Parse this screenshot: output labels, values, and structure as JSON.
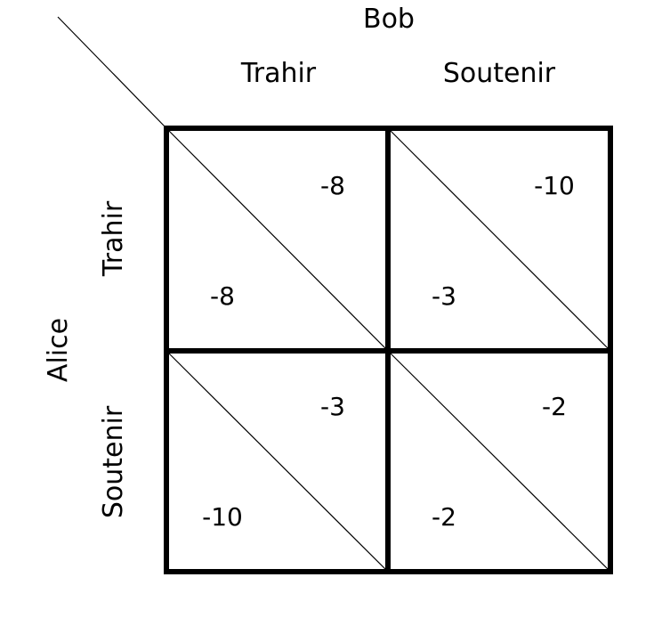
{
  "players": {
    "column": "Bob",
    "row": "Alice"
  },
  "column_strategies": [
    "Trahir",
    "Soutenir"
  ],
  "row_strategies": [
    "Trahir",
    "Soutenir"
  ],
  "payoffs": {
    "trahir_trahir": {
      "alice": "-8",
      "bob": "-8"
    },
    "trahir_soutenir": {
      "alice": "-3",
      "bob": "-10"
    },
    "soutenir_trahir": {
      "alice": "-10",
      "bob": "-3"
    },
    "soutenir_soutenir": {
      "alice": "-2",
      "bob": "-2"
    }
  }
}
